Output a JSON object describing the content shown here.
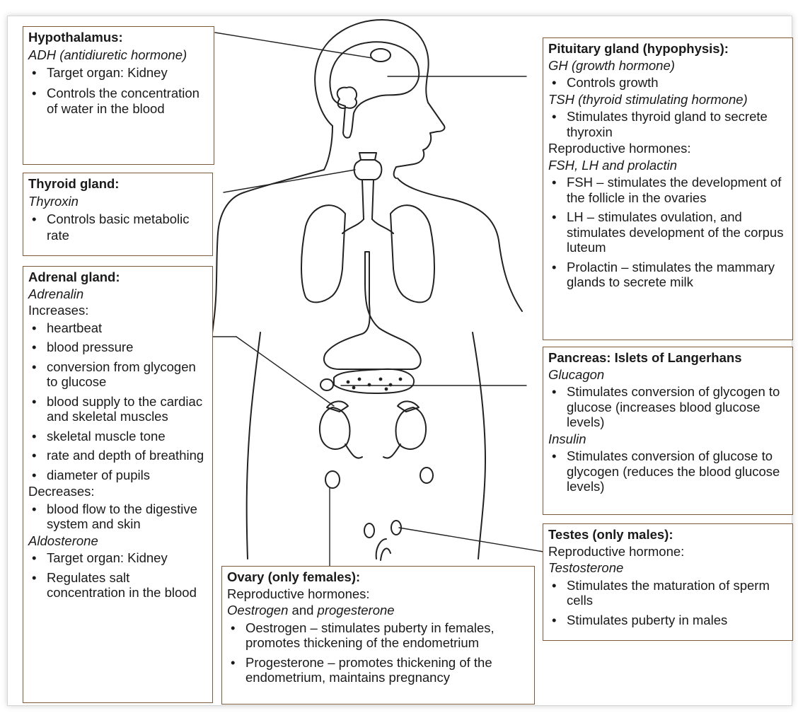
{
  "hypothalamus": {
    "title": "Hypothalamus:",
    "hormone": "ADH (antidiuretic hormone)",
    "bullets": [
      "Target organ: Kidney",
      "Controls the concentration of water in the blood"
    ]
  },
  "thyroid": {
    "title": "Thyroid gland:",
    "hormone": "Thyroxin",
    "bullets": [
      "Controls basic metabolic rate"
    ]
  },
  "adrenal": {
    "title": "Adrenal gland:",
    "hormone1": "Adrenalin",
    "increases_label": "Increases:",
    "increases": [
      "heartbeat",
      "blood pressure",
      "conversion from glycogen to glucose",
      "blood supply to the cardiac and skeletal muscles",
      "skeletal muscle tone",
      "rate and depth of breathing",
      "diameter of pupils"
    ],
    "decreases_label": "Decreases:",
    "decreases": [
      "blood flow to the digestive system and skin"
    ],
    "hormone2": "Aldosterone",
    "aldosterone_bullets": [
      "Target organ: Kidney",
      "Regulates salt concentration in the blood"
    ]
  },
  "pituitary": {
    "title": "Pituitary gland (hypophysis):",
    "hormone1": "GH (growth hormone)",
    "gh_bullets": [
      "Controls growth"
    ],
    "hormone2": "TSH (thyroid stimulating hormone)",
    "tsh_bullets": [
      "Stimulates thyroid gland to secrete thyroxin"
    ],
    "repro_label": "Reproductive hormones:",
    "hormone3": "FSH, LH and prolactin",
    "repro_bullets": [
      "FSH – stimulates the development of the follicle in the ovaries",
      "LH – stimulates ovulation, and stimulates development of the corpus luteum",
      "Prolactin – stimulates the mammary glands to secrete milk"
    ]
  },
  "pancreas": {
    "title": "Pancreas: Islets of Langerhans",
    "hormone1": "Glucagon",
    "glucagon_bullets": [
      "Stimulates conversion of glycogen to glucose (increases blood glucose levels)"
    ],
    "hormone2": "Insulin",
    "insulin_bullets": [
      "Stimulates conversion of glucose to glycogen (reduces the blood glucose levels)"
    ]
  },
  "testes": {
    "title": "Testes (only males):",
    "repro_label": "Reproductive hormone:",
    "hormone": "Testosterone",
    "bullets": [
      "Stimulates the maturation of sperm cells",
      "Stimulates puberty in males"
    ]
  },
  "ovary": {
    "title": "Ovary (only females):",
    "repro_label": "Reproductive hormones:",
    "hormone_a": "Oestrogen",
    "hormone_and": " and ",
    "hormone_b": "progesterone",
    "bullets": [
      "Oestrogen – stimulates puberty in females, promotes thickening of the endometrium",
      "Progesterone – promotes thickening of the endometrium, maintains pregnancy"
    ]
  },
  "colors": {
    "box_border": "#7a5a3a",
    "line": "#222222"
  }
}
